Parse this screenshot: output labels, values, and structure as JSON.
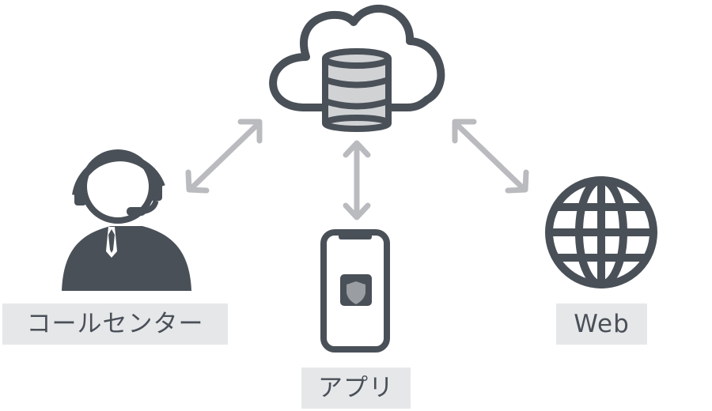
{
  "nodes": {
    "cloud_database": {
      "icon": "cloud-database-icon"
    },
    "call_center": {
      "label": "コールセンター",
      "icon": "call-center-operator-icon"
    },
    "app": {
      "label": "アプリ",
      "icon": "smartphone-shield-icon"
    },
    "web": {
      "label": "Web",
      "icon": "globe-icon"
    }
  },
  "edges": [
    {
      "from": "cloud_database",
      "to": "call_center",
      "direction": "bidirectional"
    },
    {
      "from": "cloud_database",
      "to": "app",
      "direction": "bidirectional"
    },
    {
      "from": "cloud_database",
      "to": "web",
      "direction": "bidirectional"
    }
  ],
  "colors": {
    "icon": "#4a5058",
    "arrow": "#b9bbbe",
    "label_bg": "#e6e7e9",
    "database_fill": "#d0d2d4",
    "shield_fill": "#9a9da1"
  }
}
